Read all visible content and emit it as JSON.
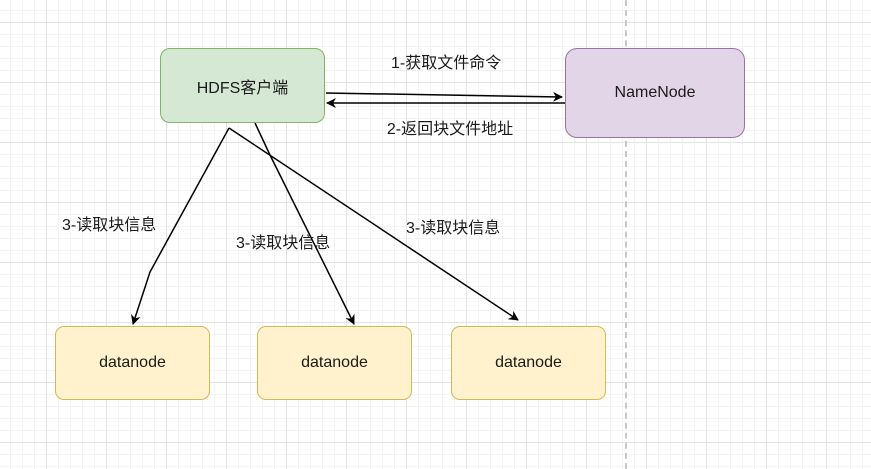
{
  "nodes": {
    "client": "HDFS客户端",
    "namenode": "NameNode",
    "datanodes": [
      "datanode",
      "datanode",
      "datanode"
    ]
  },
  "edges": {
    "request_label": "1-获取文件命令",
    "return_label": "2-返回块文件地址",
    "read_labels": [
      "3-读取块信息",
      "3-读取块信息",
      "3-读取块信息"
    ]
  },
  "colors": {
    "client_fill": "#d5e8d4",
    "client_stroke": "#82b366",
    "namenode_fill": "#e1d5e7",
    "namenode_stroke": "#9673a6",
    "datanode_fill": "#fff2cc",
    "datanode_stroke": "#d6b656"
  }
}
